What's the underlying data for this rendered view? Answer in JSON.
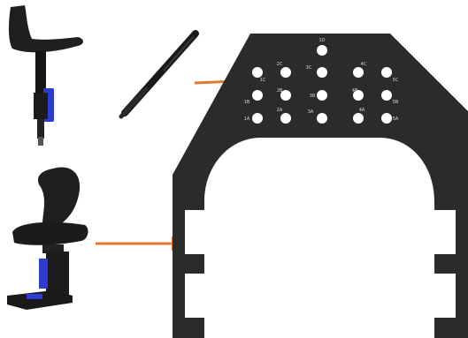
{
  "colors": {
    "background": "#ffffff",
    "plate": "#2b2b2b",
    "arrow": "#e07a2f",
    "hole": "#ffffff",
    "accent_blue": "#2d3bd0"
  },
  "plate_labels": {
    "top": "1D",
    "row_c": [
      "2C",
      "3C",
      "4C"
    ],
    "left_c": "1C",
    "right_c": "5C",
    "row_b": [
      "2B",
      "3B",
      "4B"
    ],
    "left_b": "1B",
    "right_b": "5B",
    "row_a": [
      "2A",
      "3A",
      "4A"
    ],
    "left_a": "1A",
    "right_a": "5A"
  },
  "icons": [
    "saddle-seat-stool-icon",
    "ergonomic-backrest-chair-icon",
    "pivot-pin-rod-icon",
    "direction-arrow-icon"
  ]
}
